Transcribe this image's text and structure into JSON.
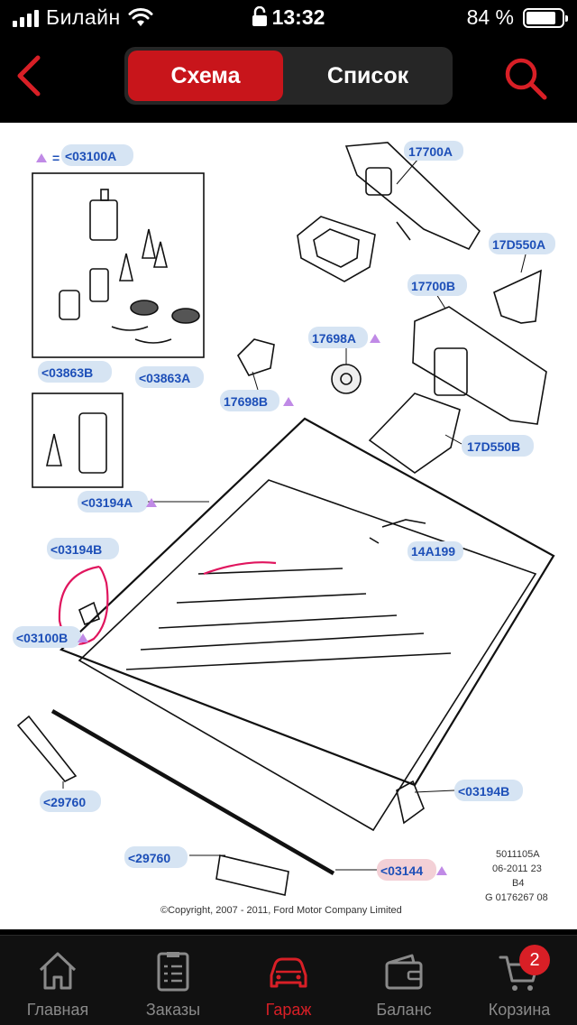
{
  "status_bar": {
    "carrier": "Билайн",
    "time": "13:32",
    "battery": "84 %",
    "battery_level": 0.84
  },
  "nav": {
    "tabs": [
      {
        "label": "Схема",
        "active": true
      },
      {
        "label": "Список",
        "active": false
      }
    ],
    "accent_color": "#c8151b"
  },
  "diagram": {
    "labels": {
      "legend": "<03100A",
      "part_17700A": "17700A",
      "part_17D550A": "17D550A",
      "part_17700B": "17700B",
      "part_03863B": "<03863B",
      "part_03863A": "<03863A",
      "part_17698A": "17698A",
      "part_17698B": "17698B",
      "part_17D550B": "17D550B",
      "part_03194A": "<03194A",
      "part_14A199": "14A199",
      "part_03194B_left": "<03194B",
      "part_03100B": "<03100B",
      "part_03194B_right": "<03194B",
      "part_29760_left": "<29760",
      "part_29760_bottom": "<29760",
      "part_03144": "<03144"
    },
    "info": {
      "line1": "5011105A",
      "line2": "06-2011 23",
      "line3": "B4",
      "line4": "G 0176267 08"
    },
    "copyright": "©Copyright, 2007 - 2011, Ford Motor Company Limited"
  },
  "tab_bar": {
    "items": [
      {
        "label": "Главная",
        "icon": "home-icon",
        "active": false
      },
      {
        "label": "Заказы",
        "icon": "orders-icon",
        "active": false
      },
      {
        "label": "Гараж",
        "icon": "car-icon",
        "active": true
      },
      {
        "label": "Баланс",
        "icon": "wallet-icon",
        "active": false
      },
      {
        "label": "Корзина",
        "icon": "cart-icon",
        "active": false
      }
    ],
    "cart_badge": "2",
    "active_color": "#d81f26"
  }
}
